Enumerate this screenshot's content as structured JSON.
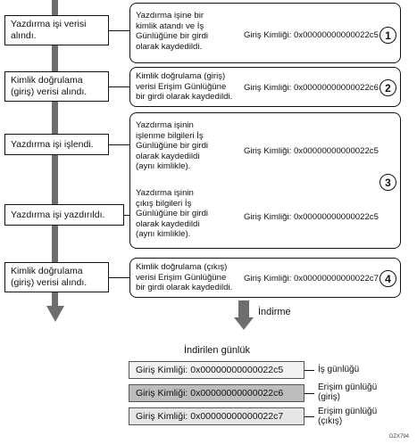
{
  "flow_steps": [
    {
      "label": "Yazdırma işi verisi\nalındı."
    },
    {
      "label": "Kimlik doğrulama\n(giriş) verisi alındı."
    },
    {
      "label": "Yazdırma işi işlendi."
    },
    {
      "label": "Yazdırma işi yazdırıldı."
    },
    {
      "label": "Kimlik doğrulama\n(giriş) verisi alındı."
    }
  ],
  "records": [
    {
      "number": "1",
      "desc": "Yazdırma işine bir\nkimlik atandı ve İş\nGünlüğüne bir girdi\nolarak kaydedildi.",
      "id_text": "Giriş Kimliği: 0x00000000000022c5"
    },
    {
      "number": "2",
      "desc": "Kimlik doğrulama (giriş)\nverisi Erişim Günlüğüne\nbir girdi olarak kaydedildi.",
      "id_text": "Giriş Kimliği: 0x00000000000022c6"
    },
    {
      "number": "3",
      "desc_a": "Yazdırma işinin\nişlenme bilgileri İş\nGünlüğüne bir girdi\nolarak kaydedildi\n(aynı kimlikle).",
      "id_text_a": "Giriş Kimliği: 0x00000000000022c5",
      "desc_b": "Yazdırma işinin\nçıkış bilgileri İş\nGünlüğüne bir girdi\nolarak kaydedildi\n(aynı kimlikle).",
      "id_text_b": "Giriş Kimliği: 0x00000000000022c5"
    },
    {
      "number": "4",
      "desc": "Kimlik doğrulama (çıkış)\nverisi Erişim Günlüğüne\nbir girdi olarak kaydedildi.",
      "id_text": "Giriş Kimliği: 0x00000000000022c7"
    }
  ],
  "download_label": "İndirme",
  "downloaded_title": "İndirilen günlük",
  "downloaded_logs": [
    {
      "id_text": "Giriş Kimliği: 0x00000000000022c5",
      "log_name": "İş günlüğü",
      "bg": "#f2f2f2"
    },
    {
      "id_text": "Giriş Kimliği: 0x00000000000022c6",
      "log_name": "Erişim günlüğü\n(giriş)",
      "bg": "#bdbdbd"
    },
    {
      "id_text": "Giriş Kimliği: 0x00000000000022c7",
      "log_name": "Erişim günlüğü\n(çıkış)",
      "bg": "#e6e6e6"
    }
  ],
  "figure_code": "DZX794",
  "colors": {
    "arrow": "#6e6e6e",
    "line": "#111111"
  }
}
